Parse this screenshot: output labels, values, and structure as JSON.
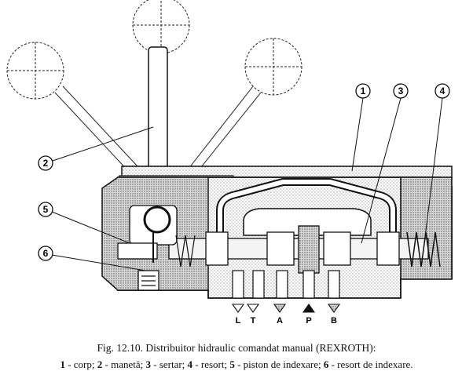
{
  "caption": {
    "title": "Fig. 12.10. Distribuitor hidraulic comandat manual (REXROTH):",
    "legend": [
      {
        "num": "1",
        "text": " - corp; "
      },
      {
        "num": "2",
        "text": " - manetă; "
      },
      {
        "num": "3",
        "text": " - sertar; "
      },
      {
        "num": "4",
        "text": " - resort; "
      },
      {
        "num": "5",
        "text": " - piston de indexare; "
      },
      {
        "num": "6",
        "text": " - resort de indexare."
      }
    ]
  },
  "callouts": [
    "1",
    "2",
    "3",
    "4",
    "5",
    "6"
  ],
  "ports": [
    "L",
    "T",
    "A",
    "P",
    "B"
  ],
  "colors": {
    "ink": "#111111",
    "stipple": "#9a9a9a",
    "paper": "#ffffff"
  }
}
